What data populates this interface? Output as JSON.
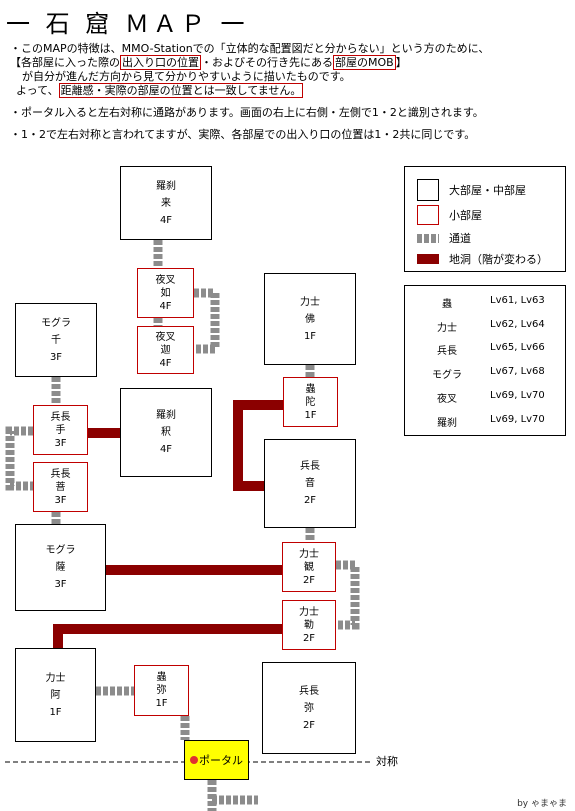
{
  "title": "一 石 窟 ＭＡＰ 一",
  "notes": {
    "p1_a": "・このMAPの特徴は、MMO-Stationでの「立体的な配置図だと分からない」という方のために、",
    "p1_b1": "【各部屋に入った際の",
    "p1_b_box1": "出入り口の位置",
    "p1_b2": "・およびその行き先にある",
    "p1_b_box2": "部屋のMOB",
    "p1_b3": "】",
    "p1_c": "が自分が進んだ方向から見て分かりやすいように描いたものです。",
    "p1_d1": "よって、",
    "p1_d_box": "距離感・実際の部屋の位置とは一致してません。",
    "p2": "・ポータル入ると左右対称に通路があります。画面の右上に右側・左側で1・2と識別されます。",
    "p3": "・1・2で左右対称と言われてますが、実際、各部屋での出入り口の位置は1・2共に同じです。"
  },
  "legend": {
    "big_room": "大部屋・中部屋",
    "small_room": "小部屋",
    "passage": "通道",
    "cave": "地洞（階が変わる）"
  },
  "mob_table": [
    {
      "name": "蟲",
      "lv": "Lv61, Lv63"
    },
    {
      "name": "力士",
      "lv": "Lv62, Lv64"
    },
    {
      "name": "兵長",
      "lv": "Lv65, Lv66"
    },
    {
      "name": "モグラ",
      "lv": "Lv67, Lv68"
    },
    {
      "name": "夜叉",
      "lv": "Lv69, Lv70"
    },
    {
      "name": "羅刹",
      "lv": "Lv69, Lv70"
    }
  ],
  "rooms": {
    "r1": {
      "mob": "羅刹",
      "name": "来",
      "floor": "4F"
    },
    "r2": {
      "mob": "夜叉",
      "name": "如",
      "floor": "4F"
    },
    "r3": {
      "mob": "夜叉",
      "name": "迦",
      "floor": "4F"
    },
    "r4": {
      "mob": "羅刹",
      "name": "釈",
      "floor": "4F"
    },
    "r5": {
      "mob": "モグラ",
      "name": "千",
      "floor": "3F"
    },
    "r6": {
      "mob": "兵長",
      "name": "手",
      "floor": "3F"
    },
    "r7": {
      "mob": "兵長",
      "name": "菩",
      "floor": "3F"
    },
    "r8": {
      "mob": "モグラ",
      "name": "薩",
      "floor": "3F"
    },
    "r9": {
      "mob": "力士",
      "name": "阿",
      "floor": "1F"
    },
    "r10": {
      "mob": "蟲",
      "name": "弥",
      "floor": "1F"
    },
    "r11": {
      "mob": "力士",
      "name": "佛",
      "floor": "1F"
    },
    "r12": {
      "mob": "蟲",
      "name": "陀",
      "floor": "1F"
    },
    "r13": {
      "mob": "兵長",
      "name": "音",
      "floor": "2F"
    },
    "r14": {
      "mob": "力士",
      "name": "観",
      "floor": "2F"
    },
    "r15": {
      "mob": "力士",
      "name": "勒",
      "floor": "2F"
    },
    "r16": {
      "mob": "兵長",
      "name": "弥",
      "floor": "2F"
    }
  },
  "portal_label": "ポータル",
  "symmetry_label": "対称",
  "signature": "by ゃまゃま",
  "colors": {
    "passage": "#8c8c8c",
    "cave": "#8b0000",
    "small_border": "#c00000",
    "portal": "#ffff00"
  }
}
